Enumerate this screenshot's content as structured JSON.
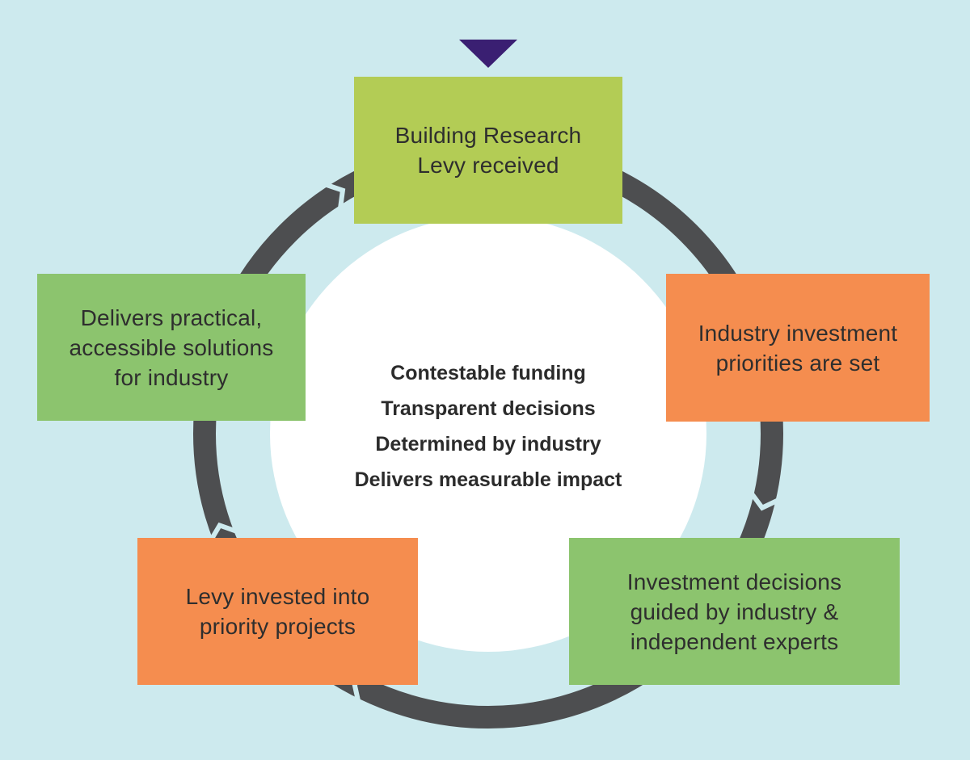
{
  "colors": {
    "background": "#cdeaee",
    "ring": "#4d4e50",
    "center_circle": "#ffffff",
    "start_marker": "#3a1f72",
    "lime_box": "#b3cc55",
    "green_box": "#8cc46e",
    "orange_box": "#f58d4f",
    "text": "#2e2e2e"
  },
  "steps": [
    {
      "label": "Building Research\nLevy received",
      "color": "#b3cc55"
    },
    {
      "label": "Industry investment\npriorities are set",
      "color": "#f58d4f"
    },
    {
      "label": "Investment decisions\nguided by industry &\nindependent experts",
      "color": "#8cc46e"
    },
    {
      "label": "Levy invested into\npriority projects",
      "color": "#f58d4f"
    },
    {
      "label": "Delivers practical,\naccessible solutions\nfor industry",
      "color": "#8cc46e"
    }
  ],
  "center": {
    "line1": "Contestable funding",
    "line2": "Transparent decisions",
    "line3": "Determined by industry",
    "line4": "Delivers measurable impact"
  },
  "icons": {
    "start_marker": "triangle-down-icon",
    "cycle_arrows": "chevron-arrow-icon"
  }
}
